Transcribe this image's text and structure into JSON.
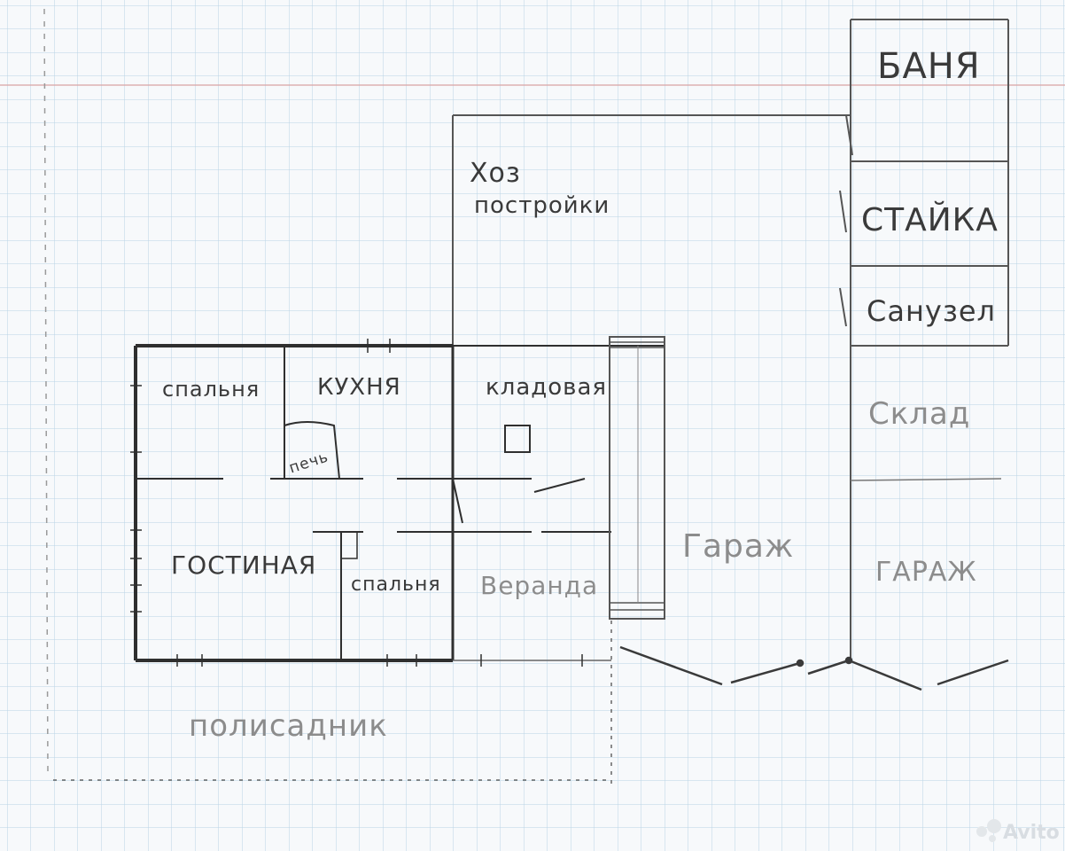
{
  "rooms": {
    "banya": "БАНЯ",
    "khoz": "Хоз",
    "postroiki": "постройки",
    "staika": "СТАЙКА",
    "sanuzel": "Санузел",
    "sklad": "Склад",
    "garazh_right": "ГАРАЖ",
    "garazh_mid": "Гараж",
    "spalnya_top": "спальня",
    "kukhnya": "КУХНЯ",
    "kladovaya": "кладовая",
    "pech": "печь",
    "gostinaya": "ГОСТИНАЯ",
    "spalnya_bottom": "спальня",
    "veranda": "Веранда",
    "polisadnik": "полисадник"
  },
  "watermark": "Avito",
  "colors": {
    "paper": "#f7f9fb",
    "grid": "#b8d4e6",
    "margin_line": "#d9a3a3",
    "pencil": "#3a3a3a",
    "faint_pencil": "#8c8c8c"
  }
}
